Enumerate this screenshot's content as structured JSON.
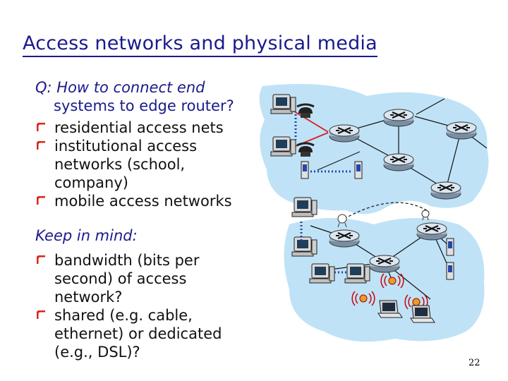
{
  "slide": {
    "title": "Access networks and physical media",
    "question_prefix": "Q: How to connect end",
    "question_cont": "systems to edge router?",
    "bullets1": [
      {
        "lines": [
          "residential access nets"
        ]
      },
      {
        "lines": [
          "institutional access",
          "networks (school,",
          "company)"
        ]
      },
      {
        "lines": [
          "mobile access networks"
        ]
      }
    ],
    "keep_in_mind": "Keep in mind:",
    "bullets2": [
      {
        "lines": [
          "bandwidth (bits per",
          "second) of access",
          "network?"
        ]
      },
      {
        "lines": [
          "shared (e.g. cable,",
          "ethernet) or dedicated",
          "(e.g., DSL)?"
        ]
      }
    ],
    "page_number": "22"
  },
  "colors": {
    "title": "#1a1a8c",
    "bullet": "#d8261e",
    "cloud": "#bfe2f7",
    "link_red": "#d81e1e",
    "link_black": "#000000"
  },
  "icons": [
    "router-icon",
    "desktop-computer-icon",
    "telephone-icon",
    "server-icon",
    "laptop-icon",
    "wireless-access-point-icon",
    "satellite-dish-icon"
  ]
}
